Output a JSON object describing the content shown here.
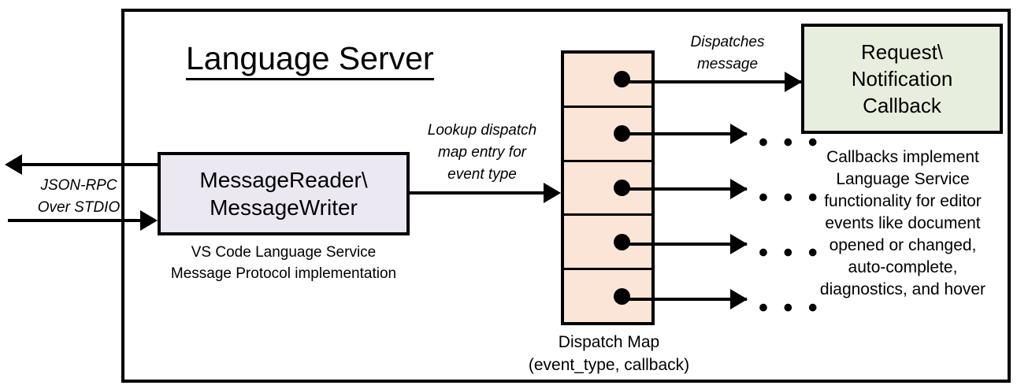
{
  "diagram": {
    "title": "Language Server",
    "outer_frame_name": "Language Server boundary"
  },
  "reader": {
    "box_line1": "MessageReader\\",
    "box_line2": "MessageWriter",
    "caption_line1": "VS Code Language Service",
    "caption_line2": "Message Protocol implementation"
  },
  "transport": {
    "label_line1": "JSON-RPC",
    "label_line2": "Over STDIO"
  },
  "lookup": {
    "label_line1": "Lookup dispatch",
    "label_line2": "map entry for",
    "label_line3": "event type"
  },
  "dispatch": {
    "message_label_line1": "Dispatches",
    "message_label_line2": "message",
    "caption_line1": "Dispatch Map",
    "caption_line2": "(event_type, callback)",
    "rows": [
      {
        "id": "row-1",
        "marker": "callback-dot"
      },
      {
        "id": "row-2",
        "marker": "callback-dot"
      },
      {
        "id": "row-3",
        "marker": "callback-dot"
      },
      {
        "id": "row-4",
        "marker": "callback-dot"
      },
      {
        "id": "row-5",
        "marker": "callback-dot"
      }
    ],
    "ellipsis": "• • •"
  },
  "callback": {
    "box_line1": "Request\\",
    "box_line2": "Notification",
    "box_line3": "Callback",
    "caption_line1": "Callbacks implement",
    "caption_line2": "Language Service",
    "caption_line3": "functionality for editor",
    "caption_line4": "events like document",
    "caption_line5": "opened or changed,",
    "caption_line6": "auto-complete,",
    "caption_line7": "diagnostics, and hover"
  },
  "colors": {
    "reader_fill": "#ebe8f2",
    "dispatch_fill": "#fbe5d6",
    "callback_fill": "#e8eede",
    "stroke": "#000000",
    "background": "#ffffff"
  }
}
